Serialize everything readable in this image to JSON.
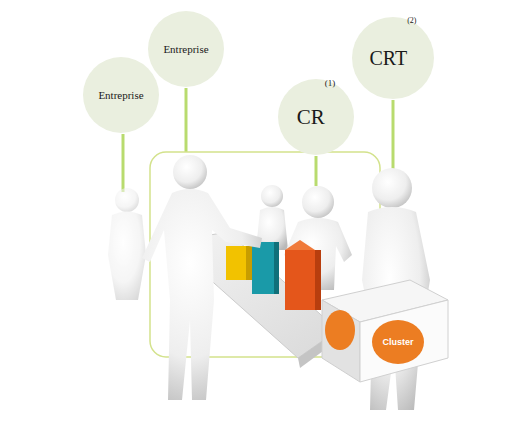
{
  "diagram": {
    "nodes": [
      {
        "text": [
          "Entreprise"
        ]
      },
      {
        "text": [
          "Entreprise"
        ]
      },
      {
        "text": [
          "CR",
          "(1)"
        ]
      },
      {
        "text": [
          "CRT",
          "(2)"
        ]
      }
    ],
    "labels": [
      "Cluster"
    ]
  }
}
